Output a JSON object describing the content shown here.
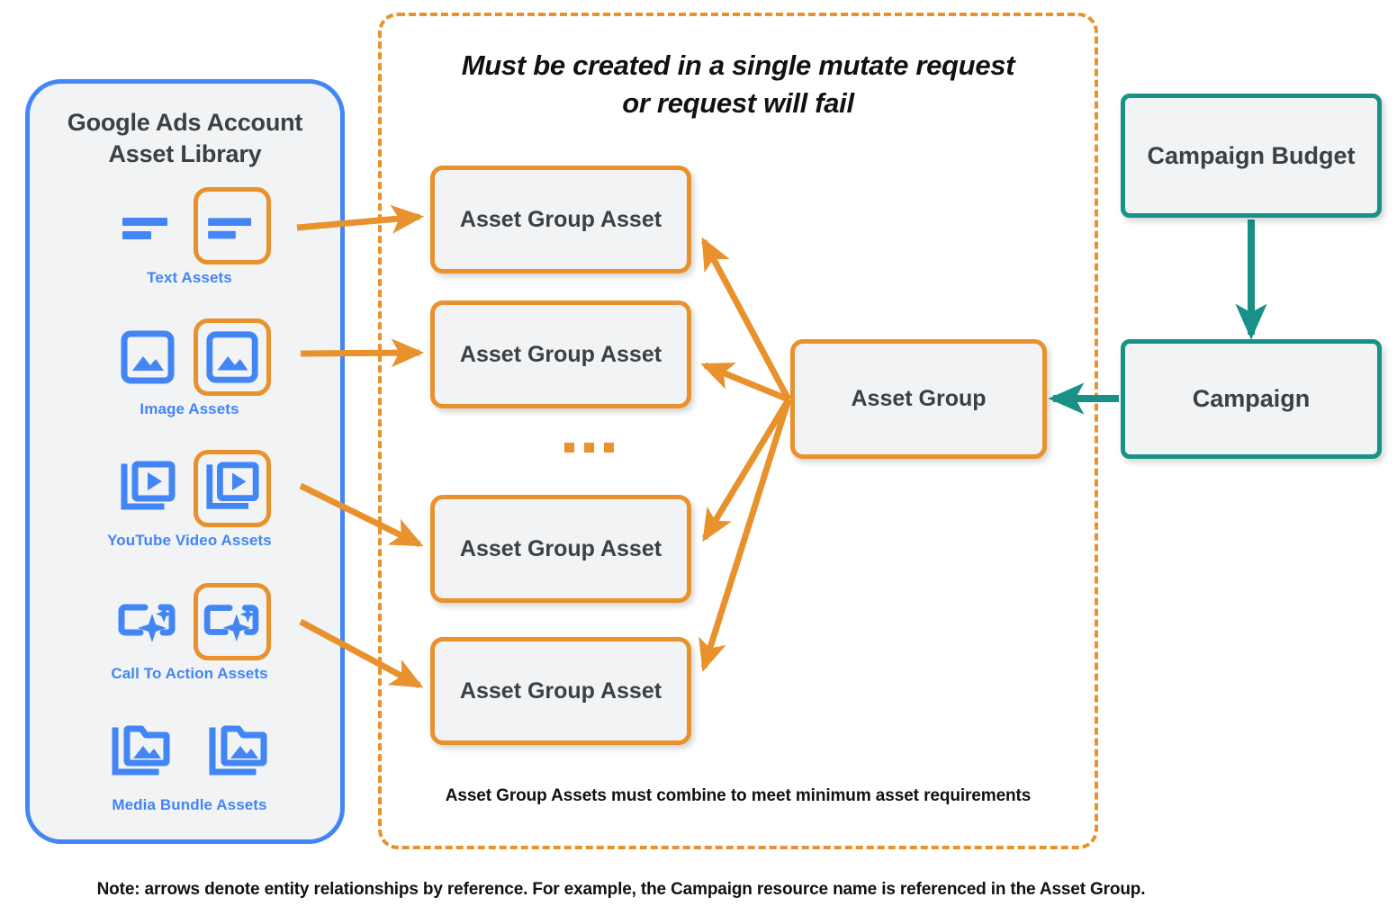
{
  "library": {
    "title": "Google Ads Account\nAsset Library",
    "title_line1": "Google Ads Account",
    "title_line2": "Asset Library",
    "border_color": "#4285F4",
    "items": [
      {
        "label": "Text Assets",
        "icon": "text-asset-icon"
      },
      {
        "label": "Image Assets",
        "icon": "image-asset-icon"
      },
      {
        "label": "YouTube Video  Assets",
        "icon": "youtube-video-asset-icon"
      },
      {
        "label": "Call To Action Assets",
        "icon": "call-to-action-asset-icon"
      },
      {
        "label": "Media Bundle  Assets",
        "icon": "media-bundle-asset-icon"
      }
    ]
  },
  "mutate_panel": {
    "heading_line1": "Must be created in a single mutate request",
    "heading_line2": "or request will fail",
    "footnote": "Asset Group Assets must combine to meet minimum asset requirements",
    "border_color": "#E8912D",
    "ellipsis": "..."
  },
  "nodes": {
    "asset_group_assets": [
      {
        "label": "Asset Group Asset"
      },
      {
        "label": "Asset Group Asset"
      },
      {
        "label": "Asset Group Asset"
      },
      {
        "label": "Asset Group Asset"
      }
    ],
    "asset_group": {
      "label": "Asset Group",
      "color": "#E8912D"
    },
    "campaign_budget": {
      "label": "Campaign Budget",
      "color": "#189287"
    },
    "campaign": {
      "label": "Campaign",
      "color": "#189287"
    }
  },
  "note": "Note: arrows denote entity relationships by reference. For example, the Campaign resource name is referenced in the Asset Group.",
  "colors": {
    "orange": "#E8912D",
    "teal": "#189287",
    "blue": "#4285F4",
    "node_fill": "#F1F3F4",
    "text": "#3C4043"
  }
}
